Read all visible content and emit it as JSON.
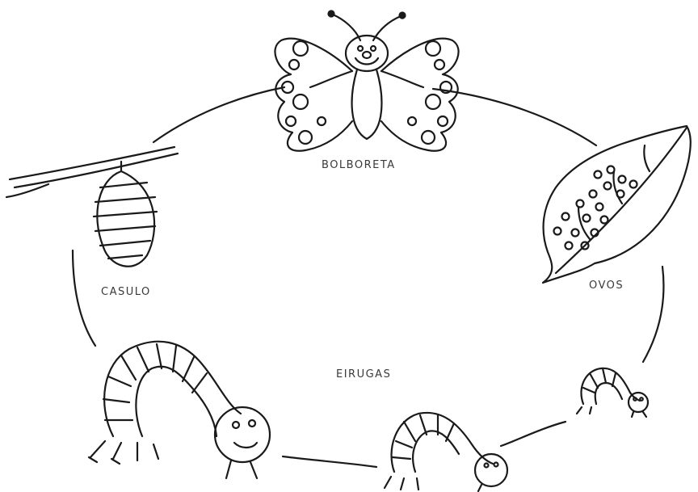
{
  "diagram": {
    "stages": {
      "butterfly": "BOLBORETA",
      "eggs": "OVOS",
      "cocoon": "CASULO",
      "caterpillars": "EIRUGAS"
    },
    "colors": {
      "line": "#1a1a1a",
      "text": "#3a3a3a",
      "background": "#ffffff"
    }
  }
}
